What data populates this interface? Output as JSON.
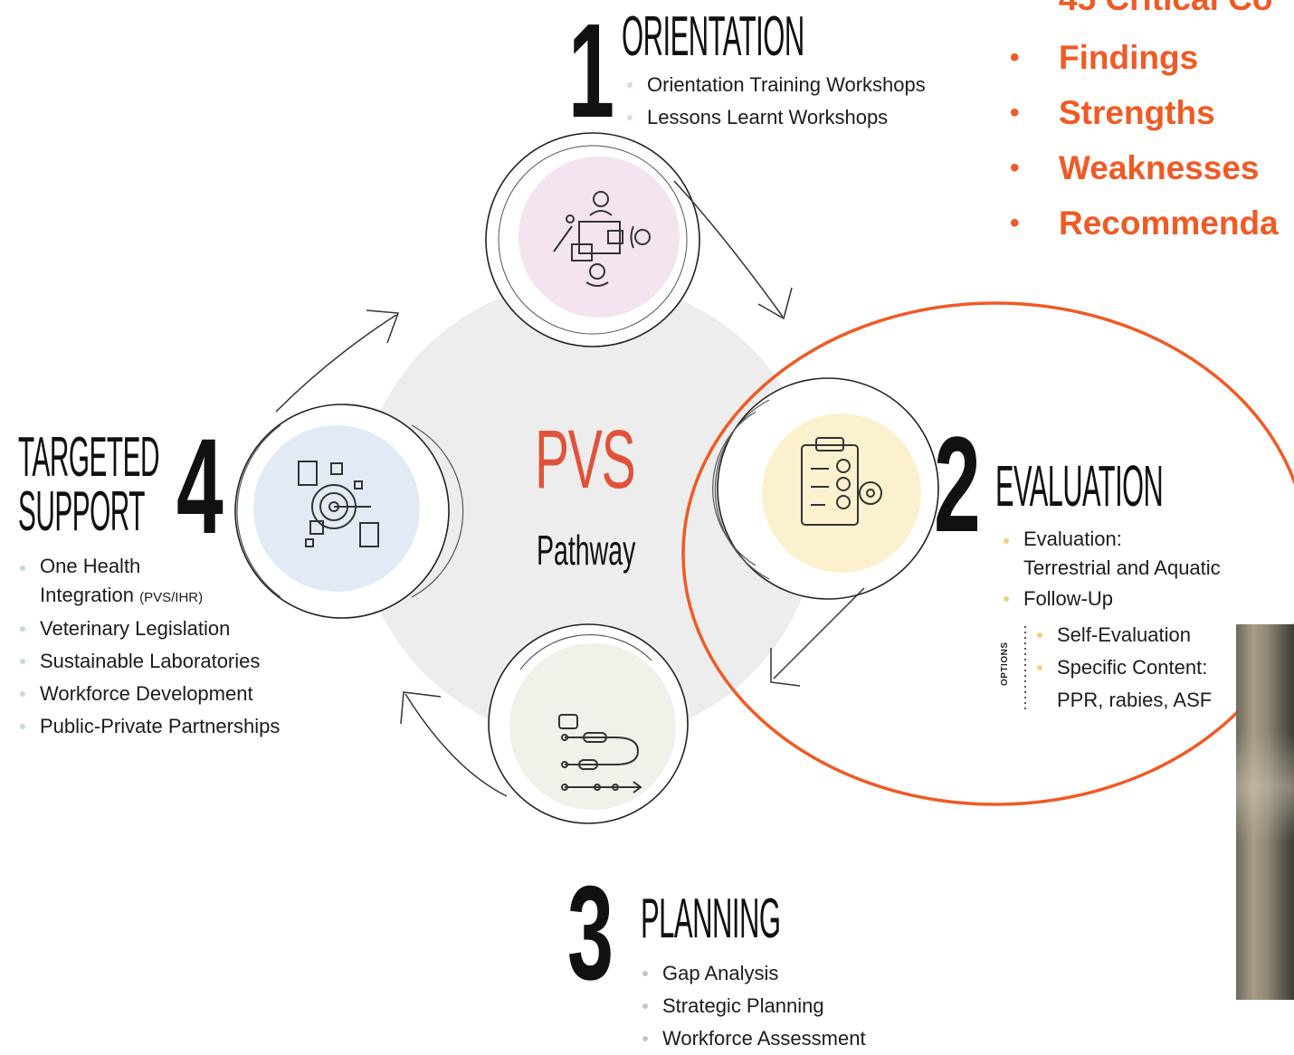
{
  "findings_list": {
    "heading_partial": "45 Critical Co",
    "items": [
      "Findings",
      "Strengths",
      "Weaknesses",
      "Recommenda"
    ]
  },
  "center": {
    "title": "PVS",
    "subtitle": "Pathway"
  },
  "stages": {
    "orientation": {
      "number": "1",
      "title": "ORIENTATION",
      "items": [
        "Orientation Training Workshops",
        "Lessons Learnt Workshops"
      ]
    },
    "evaluation": {
      "number": "2",
      "title": "EVALUATION",
      "items": [
        "Evaluation:",
        "Terrestrial and Aquatic",
        "Follow-Up"
      ],
      "options_label": "OPTIONS",
      "options": [
        "Self-Evaluation",
        "Specific Content:",
        "PPR, rabies, ASF"
      ]
    },
    "planning": {
      "number": "3",
      "title": "PLANNING",
      "items": [
        "Gap Analysis",
        "Strategic Planning",
        "Workforce Assessment"
      ]
    },
    "targeted_support": {
      "number": "4",
      "title_line1": "TARGETED",
      "title_line2": "SUPPORT",
      "items": [
        "One Health",
        "Integration",
        "(PVS/IHR)",
        "Veterinary Legislation",
        "Sustainable Laboratories",
        "Workforce Development",
        "Public-Private Partnerships"
      ]
    }
  },
  "colors": {
    "accent_orange": "#f05a24",
    "pvs_red": "#e0533a",
    "orientation_fill": "#f3e4f0",
    "evaluation_fill": "#fbf1cf",
    "planning_fill": "#eef2e8",
    "support_fill": "#e2ebf5",
    "center_fill": "#ededed"
  },
  "icons": {
    "orientation": "workflow-icon",
    "evaluation": "clipboard-checklist-icon",
    "planning": "roadmap-icon",
    "targeted_support": "target-documents-icon"
  }
}
